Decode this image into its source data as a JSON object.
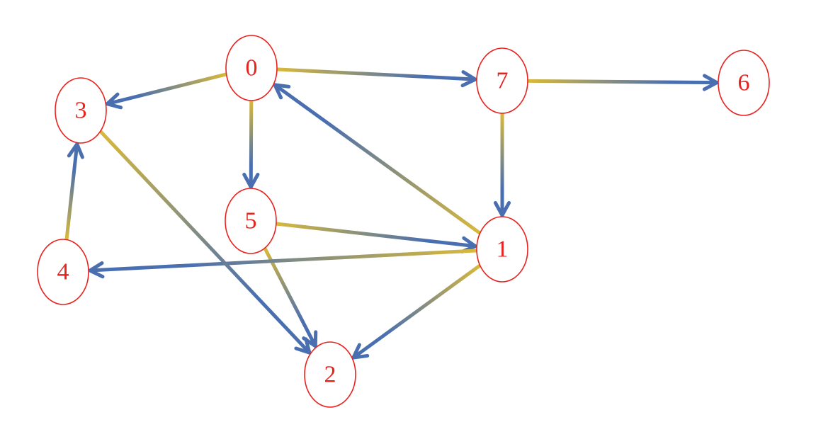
{
  "graph": {
    "nodes": [
      {
        "id": "0",
        "label": "0"
      },
      {
        "id": "1",
        "label": "1"
      },
      {
        "id": "2",
        "label": "2"
      },
      {
        "id": "3",
        "label": "3"
      },
      {
        "id": "4",
        "label": "4"
      },
      {
        "id": "5",
        "label": "5"
      },
      {
        "id": "6",
        "label": "6"
      },
      {
        "id": "7",
        "label": "7"
      }
    ],
    "edges": [
      {
        "from": "0",
        "to": "3"
      },
      {
        "from": "0",
        "to": "7"
      },
      {
        "from": "0",
        "to": "5"
      },
      {
        "from": "7",
        "to": "6"
      },
      {
        "from": "7",
        "to": "1"
      },
      {
        "from": "1",
        "to": "0"
      },
      {
        "from": "5",
        "to": "1"
      },
      {
        "from": "5",
        "to": "2"
      },
      {
        "from": "1",
        "to": "4"
      },
      {
        "from": "1",
        "to": "2"
      },
      {
        "from": "3",
        "to": "2"
      },
      {
        "from": "4",
        "to": "3"
      }
    ]
  },
  "colors": {
    "node_stroke": "#e8231f",
    "node_label": "#e8231f",
    "edge_start": "#d9b93b",
    "edge_end": "#4a6fb0"
  }
}
